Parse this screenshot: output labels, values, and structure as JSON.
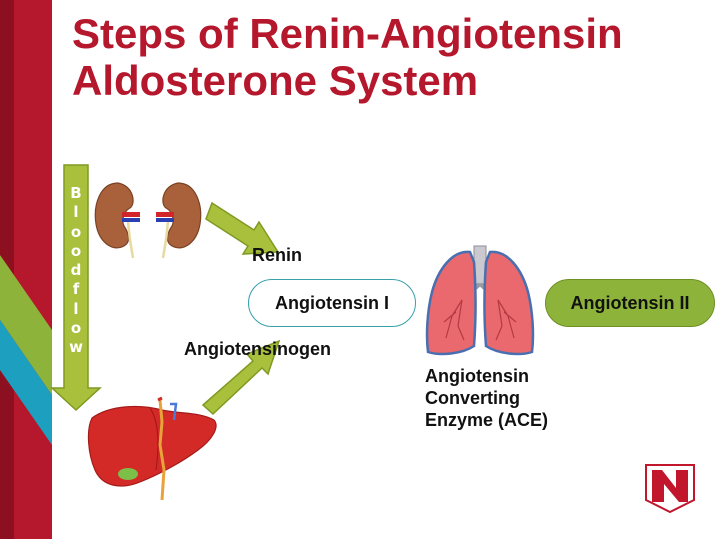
{
  "title": {
    "line1": "Steps of Renin-Angiotensin",
    "line2": "Aldosterone System"
  },
  "bloodflow_letters": [
    "B",
    "l",
    "o",
    "o",
    "d",
    "f",
    "l",
    "o",
    "w"
  ],
  "labels": {
    "renin": "Renin",
    "angiotensinogen": "Angiotensinogen",
    "ace_line1": "Angiotensin",
    "ace_line2": "Converting",
    "ace_line3": "Enzyme (ACE)"
  },
  "nodes": {
    "angiotensin_1": "Angiotensin I",
    "angiotensin_2": "Angiotensin II"
  },
  "colors": {
    "title": "#b5172c",
    "arrow_fill": "#a8c03c",
    "pill_2_fill": "#8db33a",
    "pill_1_border": "#3aa0a8",
    "band_red": "#b5172c",
    "band_green": "#8db33a",
    "band_teal": "#1d9fc0"
  },
  "icons": [
    "kidneys-icon",
    "liver-icon",
    "lungs-icon",
    "university-logo-icon"
  ]
}
